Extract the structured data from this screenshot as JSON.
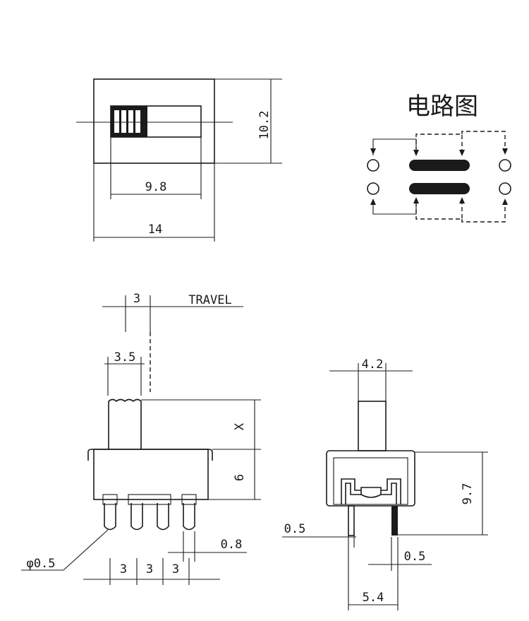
{
  "circuit_title": "电路图",
  "travel_label": "TRAVEL",
  "dimensions": {
    "top_height": "10.2",
    "top_slot_width": "9.8",
    "top_width": "14",
    "travel": "3",
    "actuator_width": "3.5",
    "actuator_x": "X",
    "body_height": "6",
    "pin_diameter": "φ0.5",
    "pin_thickness": "0.8",
    "pitch_1": "3",
    "pitch_2": "3",
    "pitch_3": "3",
    "side_actuator_width": "4.2",
    "side_height": "9.7",
    "side_pin_left": "0.5",
    "side_pin_right": "0.5",
    "side_pin_span": "5.4"
  }
}
